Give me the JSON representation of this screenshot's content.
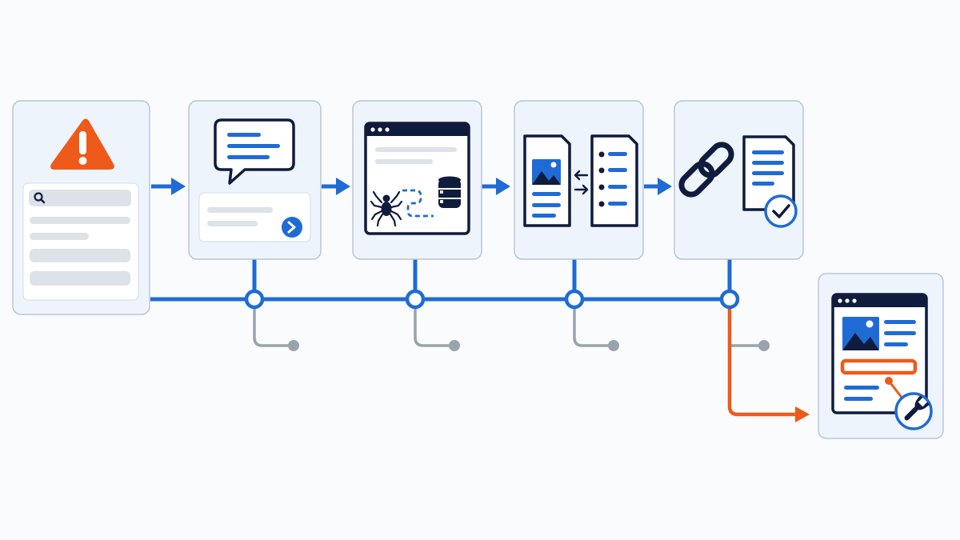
{
  "colors": {
    "background": "#fafbfc",
    "card_fill": "#eef4fc",
    "card_border": "#b9c7d8",
    "accent_blue": "#1f6bd6",
    "dark_navy": "#0f1c3d",
    "alert_orange": "#ee5a1a",
    "muted_gray": "#9aa3ad",
    "skeleton_gray": "#dde2e9",
    "white": "#ffffff"
  },
  "diagram": {
    "type": "pipeline-flow",
    "stages": [
      {
        "id": "search-error",
        "icons": [
          "warning-icon",
          "search-icon"
        ]
      },
      {
        "id": "prompt-submit",
        "icons": [
          "chat-bubble-icon",
          "send-icon"
        ]
      },
      {
        "id": "crawl-store",
        "icons": [
          "browser-window-icon",
          "spider-icon",
          "database-icon"
        ]
      },
      {
        "id": "document-compare",
        "icons": [
          "image-document-icon",
          "swap-arrows-icon",
          "list-document-icon"
        ]
      },
      {
        "id": "link-verify",
        "icons": [
          "chain-link-icon",
          "checked-document-icon"
        ]
      },
      {
        "id": "page-fix",
        "icons": [
          "browser-window-icon",
          "image-icon",
          "wrench-icon"
        ]
      }
    ],
    "branch_nodes": 4,
    "highlighted_branch": "page-fix"
  }
}
